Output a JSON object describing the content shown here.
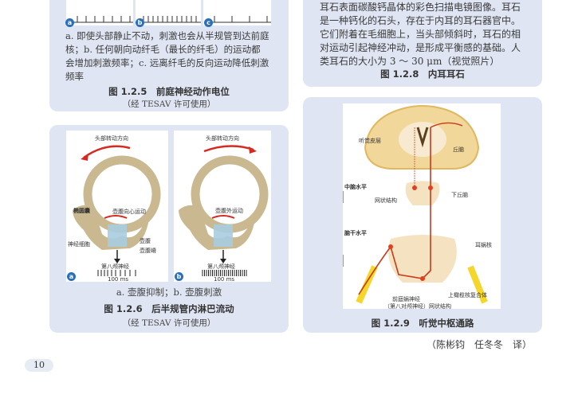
{
  "fig_1_2_5": {
    "panel_labels": [
      "a",
      "b",
      "c"
    ],
    "caption_lines": [
      "a. 即使头部静止不动，刺激也会从半规管到达前庭",
      "核；b. 任何朝向动纤毛（最长的纤毛）的运动都",
      "会增加刺激频率；c. 远离纤毛的反向运动降低刺激",
      "频率"
    ],
    "title": "图 1.2.5　前庭神经动作电位",
    "credit": "（经 TESAV 许可使用）"
  },
  "fig_1_2_8": {
    "caption_lines": [
      "耳石表面碳酸钙晶体的彩色扫描电镜图像。耳石",
      "是一种钙化的石头，存在于内耳的耳石器官中。",
      "它们附着在毛细胞上，当头部倾斜时，耳石的相",
      "对运动引起神经冲动，是形成平衡感的基础。人",
      "类耳石的大小为 3 ～ 30 μm（视觉照片）"
    ],
    "title": "图 1.2.8　内耳耳石"
  },
  "fig_1_2_6": {
    "panel_labels": [
      "a",
      "b"
    ],
    "a": {
      "direction": "头部转动方向",
      "utricle": "椭圆囊",
      "motion": "壶腹向心运动",
      "nerve_cell": "神经细胞",
      "ampulla": "壶腹",
      "crista": "壶腹嵴",
      "nerve": "第八颅神经",
      "scale": "100 ms"
    },
    "b": {
      "direction": "头部转动方向",
      "motion": "壶腹外运动",
      "nerve": "第八颅神经",
      "scale": "100 ms"
    },
    "caption": "a. 壶腹抑制；b. 壶腹刺激",
    "title": "图 1.2.6　后半规管内淋巴流动",
    "credit": "（经 TESAV 许可使用）"
  },
  "fig_1_2_9": {
    "labels": {
      "auditory_cortex": "听觉皮层",
      "thalamus": "丘脑",
      "midbrain_level": "中脑水平",
      "inferior_colliculus": "下丘脑",
      "reticular_1": "网状结构",
      "brainstem_level": "脑干水平",
      "cochlear_nucleus": "耳蜗核",
      "vestibulocochlear": "前庭蜗神经",
      "cranial_nerve": "（第八对颅神经）",
      "reticular_2": "网状结构",
      "superior_olive": "上橄榄核复合体"
    },
    "title": "图 1.2.9　听觉中枢通路"
  },
  "footer": {
    "translators": "（陈彬钧　任冬冬　译）",
    "page_number": "10"
  }
}
